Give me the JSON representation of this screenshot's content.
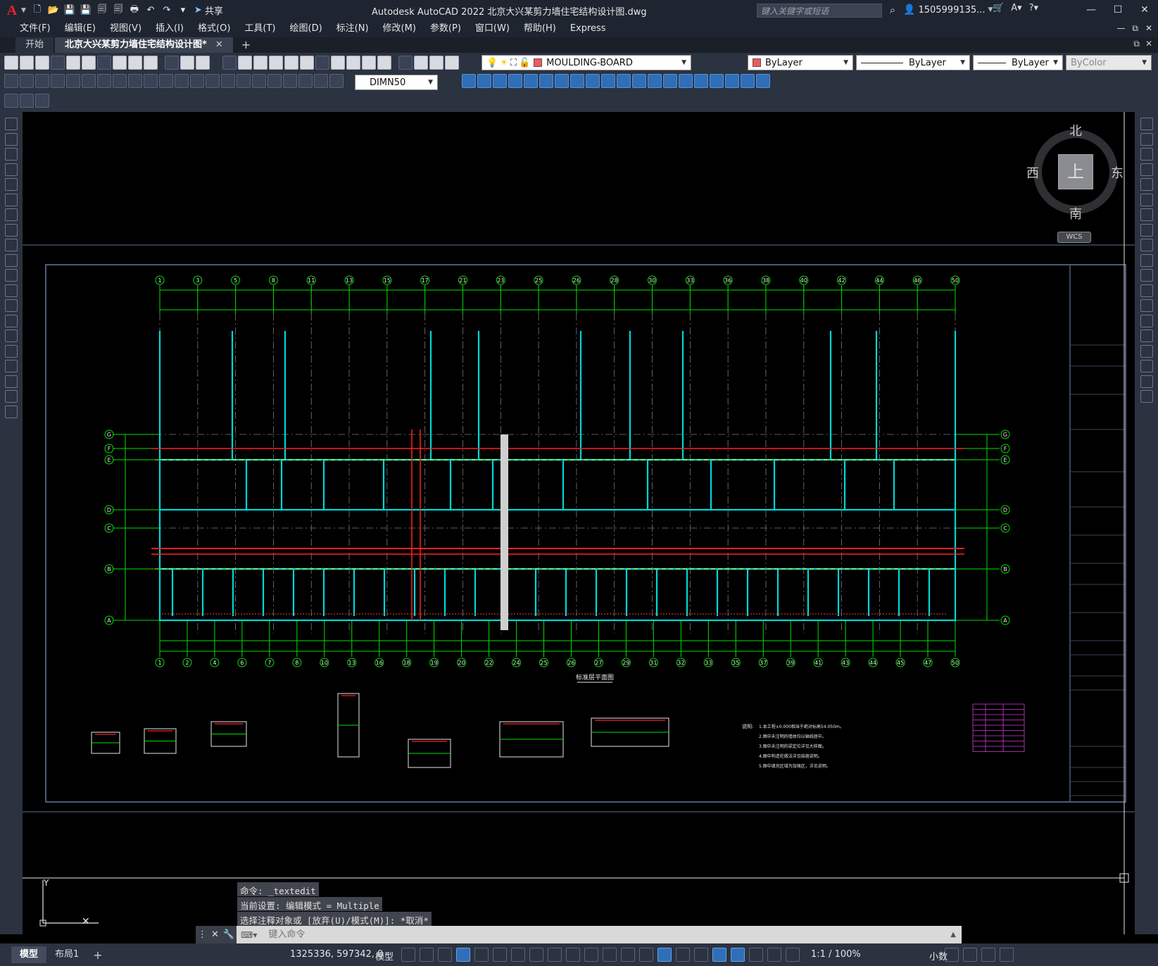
{
  "app": {
    "logo": "A",
    "title": "Autodesk AutoCAD 2022    北京大兴某剪力墙住宅结构设计图.dwg",
    "share_label": "共享",
    "search_placeholder": "键入关键字或短语",
    "user": "1505999135...",
    "window_controls": [
      "—",
      "☐",
      "✕"
    ]
  },
  "menu": [
    "文件(F)",
    "编辑(E)",
    "视图(V)",
    "插入(I)",
    "格式(O)",
    "工具(T)",
    "绘图(D)",
    "标注(N)",
    "修改(M)",
    "参数(P)",
    "窗口(W)",
    "帮助(H)",
    "Express"
  ],
  "tabs": [
    {
      "label": "开始"
    },
    {
      "label": "北京大兴某剪力墙住宅结构设计图*"
    }
  ],
  "toolbar": {
    "layer": "MOULDING-BOARD",
    "layer_color": "#f05a5a",
    "color": "ByLayer",
    "color_swatch": "#f05a5a",
    "linetype": "ByLayer",
    "lineweight": "ByLayer",
    "plotstyle": "ByColor",
    "dimstyle": "DIMN50"
  },
  "viewcube": {
    "north": "北",
    "south": "南",
    "east": "东",
    "west": "西",
    "face": "上",
    "wcs": "WCS"
  },
  "command": {
    "history": [
      "命令: _textedit",
      "当前设置: 编辑模式 = Multiple",
      "选择注释对象或 [放弃(U)/模式(M)]: *取消*"
    ],
    "placeholder": "键入命令"
  },
  "status": {
    "layout_tabs": [
      "模型",
      "布局1"
    ],
    "coords": "1325336, 597342, 0",
    "space": "模型",
    "scale": "1:1 / 100%",
    "units": "小数"
  },
  "drawing": {
    "title": "标准层平面图",
    "notes_title": "说明:",
    "notes": [
      "1.本工程±0.000相当于绝对标高54.050m。",
      "2.图中未注明的墙体均以轴线居中。",
      "3.图中未注明的梁定位详见大样图。",
      "4.图中构造柱做法详见结施说明。",
      "5.图中填充区域为加强区，详见说明。"
    ],
    "axis_top": [
      "1",
      "3",
      "5",
      "8",
      "11",
      "13",
      "15",
      "17",
      "21",
      "23",
      "25",
      "26",
      "28",
      "30",
      "33",
      "36",
      "38",
      "40",
      "42",
      "44",
      "46",
      "50"
    ],
    "axis_bottom": [
      "1",
      "2",
      "4",
      "6",
      "7",
      "8",
      "10",
      "13",
      "16",
      "18",
      "19",
      "20",
      "22",
      "24",
      "25",
      "26",
      "27",
      "29",
      "31",
      "32",
      "33",
      "35",
      "37",
      "39",
      "41",
      "43",
      "44",
      "45",
      "47",
      "50"
    ],
    "axis_left": [
      "G",
      "F",
      "E",
      "D",
      "C",
      "B",
      "A"
    ],
    "colors": {
      "wall": "#00d6d6",
      "axis": "#00e000",
      "beam": "#ff2020",
      "dashed": "#ffff00",
      "frame": "#4a5a78"
    }
  }
}
